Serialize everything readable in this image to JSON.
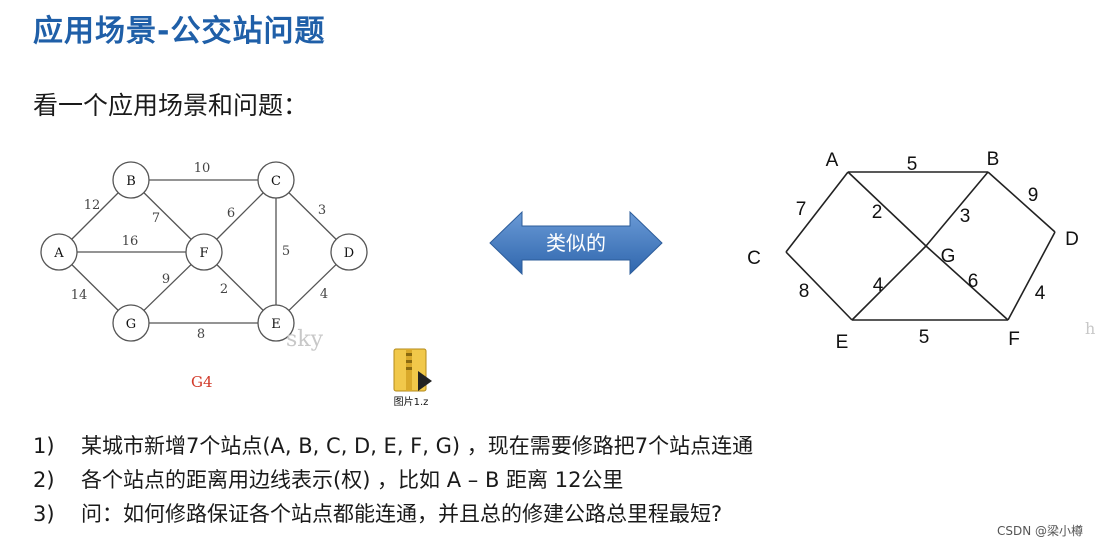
{
  "title": "应用场景-公交站问题",
  "intro": "看一个应用场景和问题：",
  "left_graph": {
    "name_label": "G4",
    "watermark": "sky",
    "nodes": [
      "A",
      "B",
      "C",
      "D",
      "E",
      "F",
      "G"
    ],
    "edges": [
      {
        "from": "A",
        "to": "B",
        "weight": "12"
      },
      {
        "from": "A",
        "to": "F",
        "weight": "16"
      },
      {
        "from": "A",
        "to": "G",
        "weight": "14"
      },
      {
        "from": "B",
        "to": "C",
        "weight": "10"
      },
      {
        "from": "B",
        "to": "F",
        "weight": "7"
      },
      {
        "from": "C",
        "to": "F",
        "weight": "6"
      },
      {
        "from": "C",
        "to": "D",
        "weight": "3"
      },
      {
        "from": "C",
        "to": "E",
        "weight": "5"
      },
      {
        "from": "F",
        "to": "G",
        "weight": "9"
      },
      {
        "from": "F",
        "to": "E",
        "weight": "2"
      },
      {
        "from": "G",
        "to": "E",
        "weight": "8"
      },
      {
        "from": "E",
        "to": "D",
        "weight": "4"
      }
    ]
  },
  "arrow_label": "类似的",
  "file_icon_label": "图片1.z",
  "right_graph": {
    "watermark": "h",
    "nodes": [
      "A",
      "B",
      "C",
      "D",
      "E",
      "F",
      "G"
    ],
    "edges": [
      {
        "from": "A",
        "to": "B",
        "weight": "5"
      },
      {
        "from": "A",
        "to": "C",
        "weight": "7"
      },
      {
        "from": "A",
        "to": "G",
        "weight": "2"
      },
      {
        "from": "B",
        "to": "G",
        "weight": "3"
      },
      {
        "from": "B",
        "to": "D",
        "weight": "9"
      },
      {
        "from": "C",
        "to": "E",
        "weight": "8"
      },
      {
        "from": "G",
        "to": "E",
        "weight": "4"
      },
      {
        "from": "G",
        "to": "F",
        "weight": "6"
      },
      {
        "from": "D",
        "to": "F",
        "weight": "4"
      },
      {
        "from": "E",
        "to": "F",
        "weight": "5"
      }
    ]
  },
  "bullets": [
    {
      "num": "1)",
      "text": "某城市新增7个站点(A, B, C, D, E, F, G) ，现在需要修路把7个站点连通"
    },
    {
      "num": "2)",
      "text": "各个站点的距离用边线表示(权) ，比如 A – B 距离 12公里"
    },
    {
      "num": "3)",
      "text": "问：如何修路保证各个站点都能连通，并且总的修建公路总里程最短?"
    }
  ],
  "credit": "CSDN @梁小樽",
  "colors": {
    "title": "#1f5fa8",
    "arrow": "#3f79c1",
    "g4": "#d23a2a"
  }
}
